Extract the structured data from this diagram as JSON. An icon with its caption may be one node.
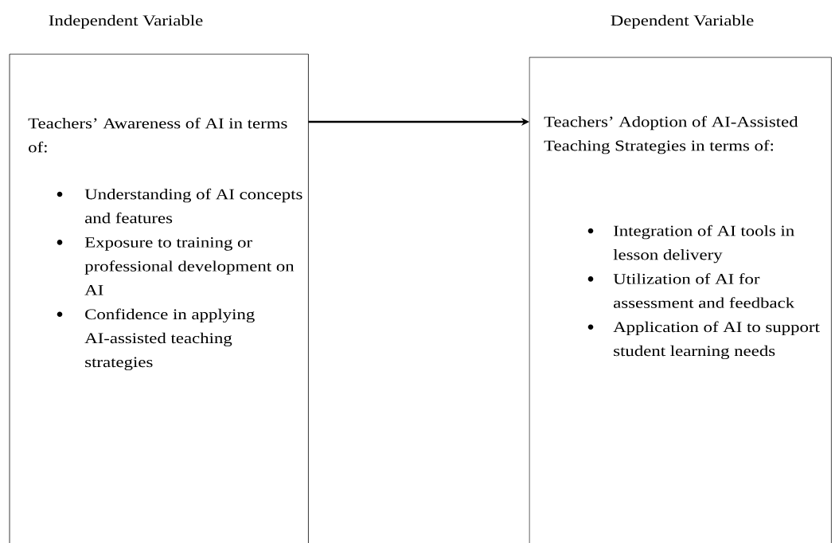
{
  "diagram": {
    "nodes": [
      {
        "text": [
          "Independent Variable",
          "Teachers’ Awareness of AI in terms of:",
          "Understanding of AI concepts and features",
          "Exposure to training or professional development on AI",
          "Confidence in applying AI-assisted teaching strategies"
        ]
      },
      {
        "text": [
          "Dependent Variable",
          "Teachers’ Adoption of AI-Assisted Teaching Strategies in terms of:",
          "Integration of AI tools in lesson delivery",
          "Utilization of AI for assessment and feedback",
          "Application of AI to support student learning needs"
        ]
      }
    ],
    "edges": [
      {
        "from": 0,
        "to": 1,
        "arrow": "to"
      }
    ]
  }
}
